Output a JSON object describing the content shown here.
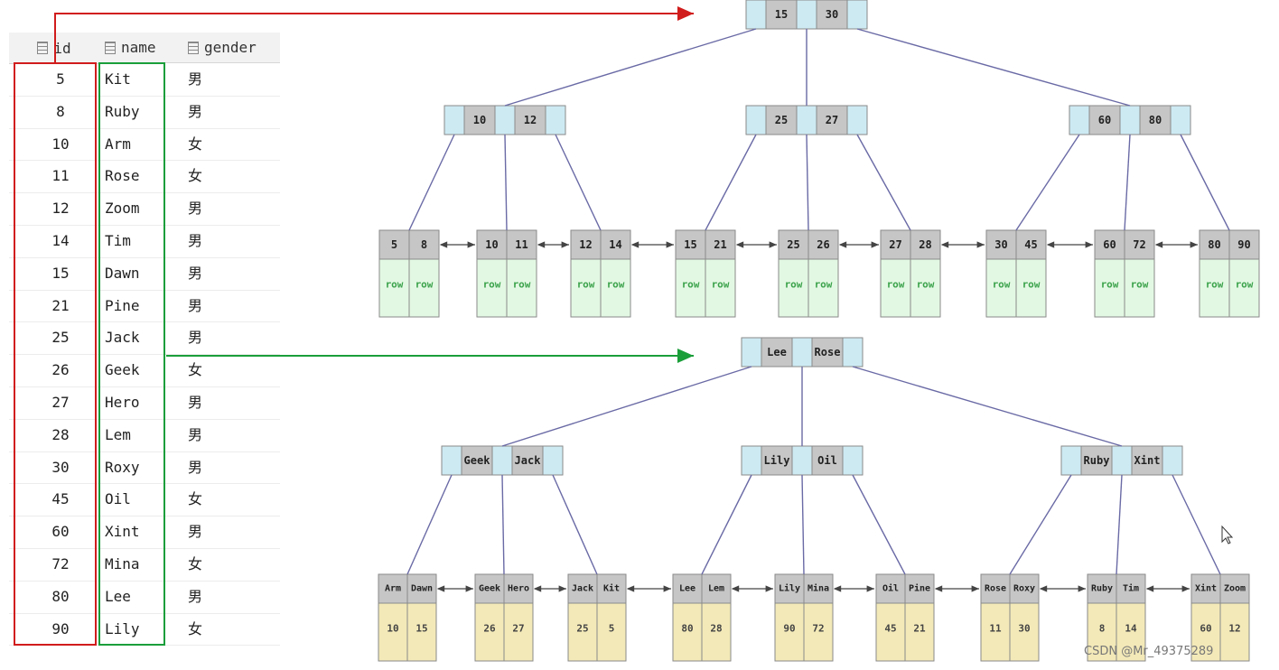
{
  "table": {
    "columns": [
      "id",
      "name",
      "gender"
    ],
    "rows": [
      [
        "5",
        "Kit",
        "男"
      ],
      [
        "8",
        "Ruby",
        "男"
      ],
      [
        "10",
        "Arm",
        "女"
      ],
      [
        "11",
        "Rose",
        "女"
      ],
      [
        "12",
        "Zoom",
        "男"
      ],
      [
        "14",
        "Tim",
        "男"
      ],
      [
        "15",
        "Dawn",
        "男"
      ],
      [
        "21",
        "Pine",
        "男"
      ],
      [
        "25",
        "Jack",
        "男"
      ],
      [
        "26",
        "Geek",
        "女"
      ],
      [
        "27",
        "Hero",
        "男"
      ],
      [
        "28",
        "Lem",
        "男"
      ],
      [
        "30",
        "Roxy",
        "男"
      ],
      [
        "45",
        "Oil",
        "女"
      ],
      [
        "60",
        "Xint",
        "男"
      ],
      [
        "72",
        "Mina",
        "女"
      ],
      [
        "80",
        "Lee",
        "男"
      ],
      [
        "90",
        "Lily",
        "女"
      ]
    ]
  },
  "clustered_tree": {
    "root": [
      "15",
      "30"
    ],
    "internal": [
      [
        "10",
        "12"
      ],
      [
        "25",
        "27"
      ],
      [
        "60",
        "80"
      ]
    ],
    "leaves": [
      [
        "5",
        "8"
      ],
      [
        "10",
        "11"
      ],
      [
        "12",
        "14"
      ],
      [
        "15",
        "21"
      ],
      [
        "25",
        "26"
      ],
      [
        "27",
        "28"
      ],
      [
        "30",
        "45"
      ],
      [
        "60",
        "72"
      ],
      [
        "80",
        "90"
      ]
    ],
    "row_label": "row"
  },
  "secondary_tree": {
    "root": [
      "Lee",
      "Rose"
    ],
    "internal": [
      [
        "Geek",
        "Jack"
      ],
      [
        "Lily",
        "Oil"
      ],
      [
        "Ruby",
        "Xint"
      ]
    ],
    "leaves": [
      [
        "Arm",
        "Dawn"
      ],
      [
        "Geek",
        "Hero"
      ],
      [
        "Jack",
        "Kit"
      ],
      [
        "Lee",
        "Lem"
      ],
      [
        "Lily",
        "Mina"
      ],
      [
        "Oil",
        "Pine"
      ],
      [
        "Rose",
        "Roxy"
      ],
      [
        "Ruby",
        "Tim"
      ],
      [
        "Xint",
        "Zoom"
      ]
    ],
    "leaf_values": [
      [
        "10",
        "15"
      ],
      [
        "26",
        "27"
      ],
      [
        "25",
        "5"
      ],
      [
        "80",
        "28"
      ],
      [
        "90",
        "72"
      ],
      [
        "45",
        "21"
      ],
      [
        "11",
        "30"
      ],
      [
        "8",
        "14"
      ],
      [
        "60",
        "12"
      ]
    ]
  },
  "colors": {
    "pointer_cell": "#cdeaf3",
    "key_cell": "#c6c6c6",
    "row_cell": "#e3f8e3",
    "value_cell": "#f3e9b8",
    "edge": "#6a6aa6",
    "id_highlight": "#d11c1c",
    "name_highlight": "#1a9e3a"
  },
  "watermark": "CSDN @Mr_49375289"
}
